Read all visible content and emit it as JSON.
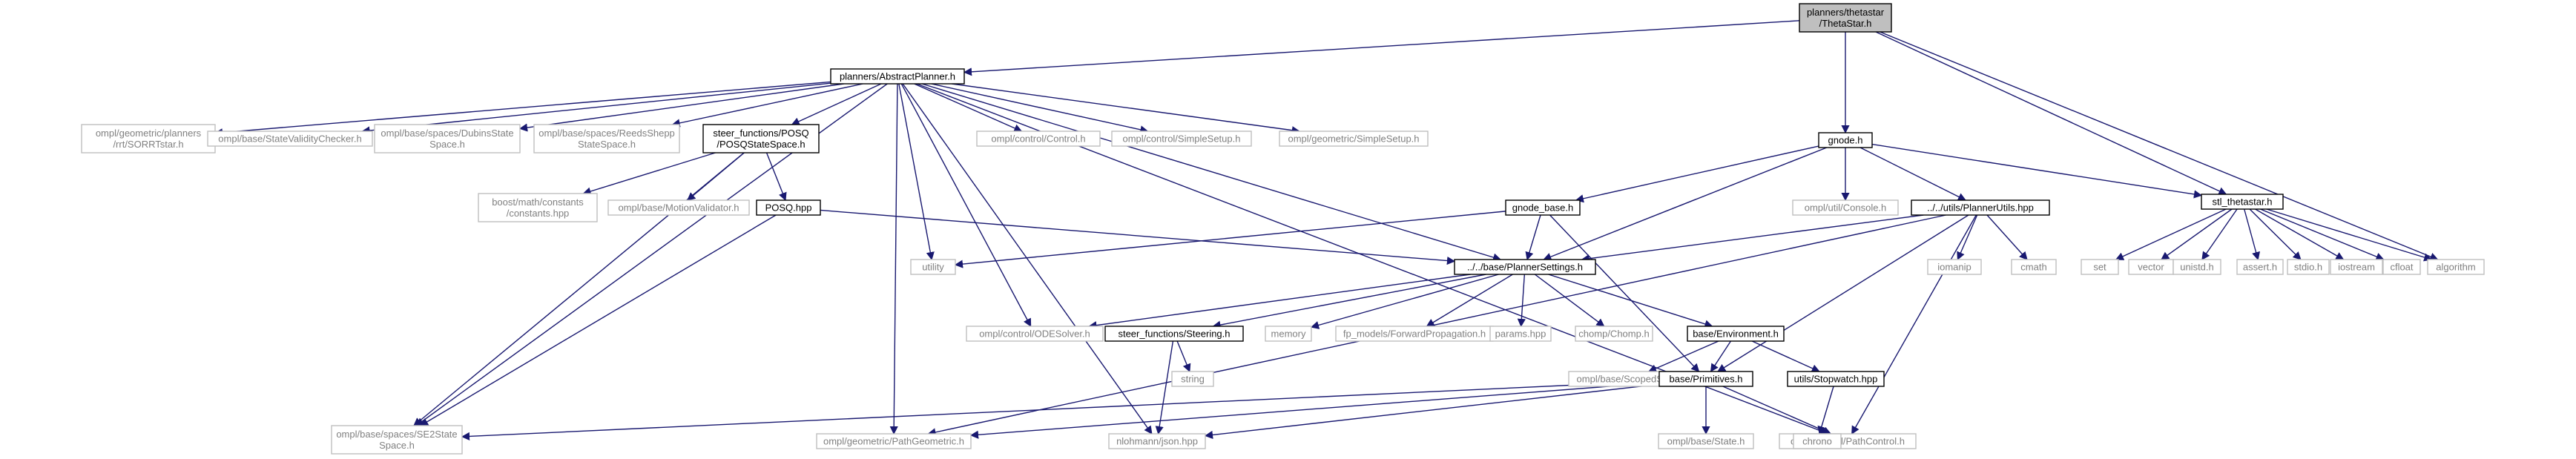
{
  "colors": {
    "edge": "#191970",
    "root_fill": "#bfbfbf",
    "root_border": "#000000",
    "documented_border": "#000000",
    "external_border": "#bfbfbf",
    "external_text": "#808080",
    "label_text": "#000000"
  },
  "nodes": [
    {
      "id": "root",
      "kind": "root",
      "lines": [
        "planners/thetastar",
        "/ThetaStar.h"
      ]
    },
    {
      "id": "abstract_planner",
      "kind": "documented",
      "lines": [
        "planners/AbstractPlanner.h"
      ]
    },
    {
      "id": "sorrtstar",
      "kind": "external",
      "lines": [
        "ompl/geometric/planners",
        "/rrt/SORRTstar.h"
      ]
    },
    {
      "id": "state_validity",
      "kind": "external",
      "lines": [
        "ompl/base/StateValidityChecker.h"
      ]
    },
    {
      "id": "dubins",
      "kind": "external",
      "lines": [
        "ompl/base/spaces/DubinsState",
        "Space.h"
      ]
    },
    {
      "id": "reedsshepp",
      "kind": "external",
      "lines": [
        "ompl/base/spaces/ReedsShepp",
        "StateSpace.h"
      ]
    },
    {
      "id": "posq_state_space",
      "kind": "documented",
      "lines": [
        "steer_functions/POSQ",
        "/POSQStateSpace.h"
      ]
    },
    {
      "id": "control_h",
      "kind": "external",
      "lines": [
        "ompl/control/Control.h"
      ]
    },
    {
      "id": "control_simple_setup",
      "kind": "external",
      "lines": [
        "ompl/control/SimpleSetup.h"
      ]
    },
    {
      "id": "geometric_simple_setup",
      "kind": "external",
      "lines": [
        "ompl/geometric/SimpleSetup.h"
      ]
    },
    {
      "id": "gnode",
      "kind": "documented",
      "lines": [
        "gnode.h"
      ]
    },
    {
      "id": "gnode_base",
      "kind": "documented",
      "lines": [
        "gnode_base.h"
      ]
    },
    {
      "id": "console",
      "kind": "external",
      "lines": [
        "ompl/util/Console.h"
      ]
    },
    {
      "id": "planner_utils",
      "kind": "documented",
      "lines": [
        "../../utils/PlannerUtils.hpp"
      ]
    },
    {
      "id": "stl_thetastar",
      "kind": "documented",
      "lines": [
        "stl_thetastar.h"
      ]
    },
    {
      "id": "boost_constants",
      "kind": "external",
      "lines": [
        "boost/math/constants",
        "/constants.hpp"
      ]
    },
    {
      "id": "motion_validator",
      "kind": "external",
      "lines": [
        "ompl/base/MotionValidator.h"
      ]
    },
    {
      "id": "posq_hpp",
      "kind": "documented",
      "lines": [
        "POSQ.hpp"
      ]
    },
    {
      "id": "utility",
      "kind": "external",
      "lines": [
        "utility"
      ]
    },
    {
      "id": "planner_settings",
      "kind": "documented",
      "lines": [
        "../../base/PlannerSettings.h"
      ]
    },
    {
      "id": "iomanip",
      "kind": "external",
      "lines": [
        "iomanip"
      ]
    },
    {
      "id": "cmath",
      "kind": "external",
      "lines": [
        "cmath"
      ]
    },
    {
      "id": "set",
      "kind": "external",
      "lines": [
        "set"
      ]
    },
    {
      "id": "vector",
      "kind": "external",
      "lines": [
        "vector"
      ]
    },
    {
      "id": "unistd",
      "kind": "external",
      "lines": [
        "unistd.h"
      ]
    },
    {
      "id": "assert",
      "kind": "external",
      "lines": [
        "assert.h"
      ]
    },
    {
      "id": "stdio",
      "kind": "external",
      "lines": [
        "stdio.h"
      ]
    },
    {
      "id": "iostream",
      "kind": "external",
      "lines": [
        "iostream"
      ]
    },
    {
      "id": "cfloat",
      "kind": "external",
      "lines": [
        "cfloat"
      ]
    },
    {
      "id": "algorithm",
      "kind": "external",
      "lines": [
        "algorithm"
      ]
    },
    {
      "id": "ode_solver",
      "kind": "external",
      "lines": [
        "ompl/control/ODESolver.h"
      ]
    },
    {
      "id": "steering",
      "kind": "documented",
      "lines": [
        "steer_functions/Steering.h"
      ]
    },
    {
      "id": "memory",
      "kind": "external",
      "lines": [
        "memory"
      ]
    },
    {
      "id": "forward_propagation",
      "kind": "external",
      "lines": [
        "fp_models/ForwardPropagation.h"
      ]
    },
    {
      "id": "params",
      "kind": "external",
      "lines": [
        "params.hpp"
      ]
    },
    {
      "id": "chomp",
      "kind": "external",
      "lines": [
        "chomp/Chomp.h"
      ]
    },
    {
      "id": "environment",
      "kind": "documented",
      "lines": [
        "base/Environment.h"
      ]
    },
    {
      "id": "string",
      "kind": "external",
      "lines": [
        "string"
      ]
    },
    {
      "id": "scoped_state",
      "kind": "external",
      "lines": [
        "ompl/base/ScopedState.h"
      ]
    },
    {
      "id": "primitives",
      "kind": "documented",
      "lines": [
        "base/Primitives.h"
      ]
    },
    {
      "id": "stopwatch",
      "kind": "documented",
      "lines": [
        "utils/Stopwatch.hpp"
      ]
    },
    {
      "id": "se2",
      "kind": "external",
      "lines": [
        "ompl/base/spaces/SE2State",
        "Space.h"
      ]
    },
    {
      "id": "path_geometric",
      "kind": "external",
      "lines": [
        "ompl/geometric/PathGeometric.h"
      ]
    },
    {
      "id": "json",
      "kind": "external",
      "lines": [
        "nlohmann/json.hpp"
      ]
    },
    {
      "id": "base_state",
      "kind": "external",
      "lines": [
        "ompl/base/State.h"
      ]
    },
    {
      "id": "path_control",
      "kind": "external",
      "lines": [
        "ompl/control/PathControl.h"
      ]
    },
    {
      "id": "chrono",
      "kind": "external",
      "lines": [
        "chrono"
      ]
    }
  ],
  "edges": [
    [
      "root",
      "abstract_planner"
    ],
    [
      "root",
      "gnode"
    ],
    [
      "root",
      "stl_thetastar"
    ],
    [
      "root",
      "algorithm"
    ],
    [
      "abstract_planner",
      "sorrtstar"
    ],
    [
      "abstract_planner",
      "state_validity"
    ],
    [
      "abstract_planner",
      "dubins"
    ],
    [
      "abstract_planner",
      "reedsshepp"
    ],
    [
      "abstract_planner",
      "posq_state_space"
    ],
    [
      "abstract_planner",
      "control_h"
    ],
    [
      "abstract_planner",
      "control_simple_setup"
    ],
    [
      "abstract_planner",
      "geometric_simple_setup"
    ],
    [
      "abstract_planner",
      "utility"
    ],
    [
      "abstract_planner",
      "ode_solver"
    ],
    [
      "abstract_planner",
      "path_geometric"
    ],
    [
      "abstract_planner",
      "json"
    ],
    [
      "abstract_planner",
      "path_control"
    ],
    [
      "abstract_planner",
      "planner_settings"
    ],
    [
      "abstract_planner",
      "se2"
    ],
    [
      "posq_state_space",
      "boost_constants"
    ],
    [
      "posq_state_space",
      "motion_validator"
    ],
    [
      "posq_state_space",
      "posq_hpp"
    ],
    [
      "posq_state_space",
      "se2"
    ],
    [
      "posq_hpp",
      "planner_settings"
    ],
    [
      "posq_hpp",
      "se2"
    ],
    [
      "gnode",
      "gnode_base"
    ],
    [
      "gnode",
      "console"
    ],
    [
      "gnode",
      "planner_utils"
    ],
    [
      "gnode",
      "stl_thetastar"
    ],
    [
      "gnode",
      "planner_settings"
    ],
    [
      "gnode_base",
      "utility"
    ],
    [
      "gnode_base",
      "planner_settings"
    ],
    [
      "gnode_base",
      "primitives"
    ],
    [
      "planner_utils",
      "planner_settings"
    ],
    [
      "planner_utils",
      "iomanip"
    ],
    [
      "planner_utils",
      "cmath"
    ],
    [
      "planner_utils",
      "primitives"
    ],
    [
      "planner_utils",
      "path_geometric"
    ],
    [
      "planner_utils",
      "path_control"
    ],
    [
      "stl_thetastar",
      "set"
    ],
    [
      "stl_thetastar",
      "vector"
    ],
    [
      "stl_thetastar",
      "unistd"
    ],
    [
      "stl_thetastar",
      "assert"
    ],
    [
      "stl_thetastar",
      "stdio"
    ],
    [
      "stl_thetastar",
      "iostream"
    ],
    [
      "stl_thetastar",
      "cfloat"
    ],
    [
      "stl_thetastar",
      "algorithm"
    ],
    [
      "planner_settings",
      "ode_solver"
    ],
    [
      "planner_settings",
      "steering"
    ],
    [
      "planner_settings",
      "memory"
    ],
    [
      "planner_settings",
      "forward_propagation"
    ],
    [
      "planner_settings",
      "params"
    ],
    [
      "planner_settings",
      "chomp"
    ],
    [
      "planner_settings",
      "environment"
    ],
    [
      "steering",
      "string"
    ],
    [
      "steering",
      "json"
    ],
    [
      "environment",
      "scoped_state"
    ],
    [
      "environment",
      "primitives"
    ],
    [
      "environment",
      "stopwatch"
    ],
    [
      "primitives",
      "se2"
    ],
    [
      "primitives",
      "path_geometric"
    ],
    [
      "primitives",
      "json"
    ],
    [
      "primitives",
      "base_state"
    ],
    [
      "primitives",
      "path_control"
    ],
    [
      "stopwatch",
      "chrono"
    ]
  ]
}
